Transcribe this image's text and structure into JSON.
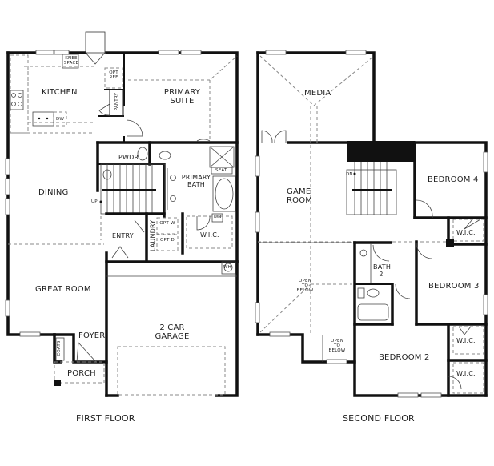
{
  "floors": [
    {
      "title": "FIRST FLOOR",
      "rooms": {
        "kitchen": "KITCHEN",
        "knee_space": "KNEE SPACE",
        "opt_ref": "OPT REF",
        "pantry": "PANTRY",
        "dw": "DW",
        "primary_suite": "PRIMARY SUITE",
        "pwdr": "PWDR",
        "primary_bath": "PRIMARY BATH",
        "seat": "SEAT",
        "lin": "LIN",
        "wic": "W.I.C.",
        "dining": "DINING",
        "up": "UP",
        "entry": "ENTRY",
        "laundry": "LAUNDRY",
        "opt_w": "OPT W",
        "opt_d": "OPT D",
        "wh": "WH",
        "great_room": "GREAT ROOM",
        "foyer": "FOYER",
        "coats": "COATS",
        "porch": "PORCH",
        "garage": "2 CAR GARAGE"
      }
    },
    {
      "title": "SECOND FLOOR",
      "rooms": {
        "media": "MEDIA",
        "game_room": "GAME ROOM",
        "dn": "DN",
        "bedroom_4": "BEDROOM 4",
        "wic_4": "W.I.C.",
        "open_to_below_1": "OPEN TO BELOW",
        "open_to_below_2": "OPEN TO BELOW",
        "bath_2": "BATH 2",
        "bedroom_3": "BEDROOM 3",
        "wic_3": "W.I.C.",
        "bedroom_2": "BEDROOM 2",
        "wic_2": "W.I.C."
      }
    }
  ],
  "colors": {
    "wall": "#111111",
    "dashed": "#777777",
    "window": "#ffffff",
    "background": "#ffffff"
  }
}
